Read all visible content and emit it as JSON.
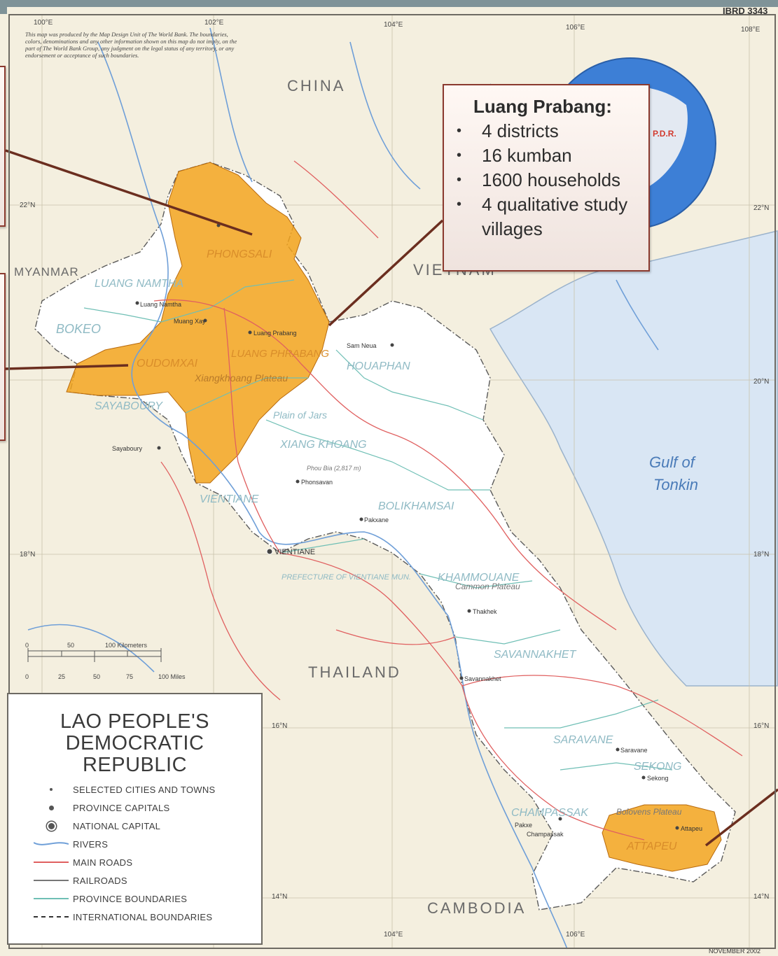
{
  "map": {
    "doc_id": "IBRD 3343",
    "date_stamp": "NOVEMBER 2002",
    "disclaimer": "This map was produced by the Map Design Unit of The World Bank. The boundaries, colors, denominations and any other information shown on this map do not imply, on the part of The World Bank Group, any judgment on the legal status of any territory, or any endorsement or acceptance of such boundaries.",
    "countries": [
      "CHINA",
      "MYANMAR",
      "VIETNAM",
      "THAILAND",
      "CAMBODIA"
    ],
    "country_inset_label": "P.D.R.",
    "water": [
      "Gulf of",
      "Tonkin"
    ],
    "provinces": [
      "PHONGSALI",
      "LUANG NAMTHA",
      "BOKEO",
      "OUDOMXAI",
      "LUANG PHRABANG",
      "HOUAPHAN",
      "SAYABOURY",
      "XIANG KHOANG",
      "VIENTIANE",
      "BOLIKHAMSAI",
      "PREFECTURE OF VIENTIANE MUN.",
      "KHAMMOUANE",
      "SAVANNAKHET",
      "SARAVANE",
      "SEKONG",
      "CHAMPASSAK",
      "ATTAPEU"
    ],
    "cities": [
      "Luang Namtha",
      "Muang Xay",
      "Luang Prabang",
      "Sam Neua",
      "Sayaboury",
      "Phonsavan",
      "Pakxane",
      "VIENTIANE",
      "Thakhek",
      "Savannakhet",
      "Saravane",
      "Sekong",
      "Pakxe",
      "Attapeu",
      "Champassak"
    ],
    "features": [
      "Plain of Jars",
      "Xiangkhoang Plateau",
      "Cammon Plateau",
      "Bolovens Plateau",
      "Phou Bia (2,817 m)"
    ],
    "lon_labels": [
      "100°E",
      "102°E",
      "104°E",
      "106°E",
      "108°E"
    ],
    "lat_labels": [
      "22°N",
      "20°N",
      "18°N",
      "16°N",
      "14°N"
    ],
    "scale": {
      "km_ticks": [
        "0",
        "50",
        "100 Kilometers"
      ],
      "mile_ticks": [
        "0",
        "25",
        "50",
        "75",
        "100 Miles"
      ]
    },
    "highlight_color": "#f2a31c",
    "sea_color": "#d8e6f4",
    "land_color": "#f4efdf"
  },
  "legend": {
    "title": [
      "LAO PEOPLE'S",
      "DEMOCRATIC",
      "REPUBLIC"
    ],
    "items": [
      {
        "label": "SELECTED CITIES AND TOWNS",
        "symbol": "dot-small"
      },
      {
        "label": "PROVINCE CAPITALS",
        "symbol": "dot-medium"
      },
      {
        "label": "NATIONAL CAPITAL",
        "symbol": "capital"
      },
      {
        "label": "RIVERS",
        "symbol": "blue-line"
      },
      {
        "label": "MAIN ROADS",
        "symbol": "red-line"
      },
      {
        "label": "RAILROADS",
        "symbol": "gray-line"
      },
      {
        "label": "PROVINCE BOUNDARIES",
        "symbol": "teal-line"
      },
      {
        "label": "INTERNATIONAL BOUNDARIES",
        "symbol": "dash-line"
      }
    ]
  },
  "callout": {
    "title": "Luang Prabang:",
    "bullets": [
      "4 districts",
      "16 kumban",
      "1600 households",
      "4 qualitative study villages"
    ]
  }
}
